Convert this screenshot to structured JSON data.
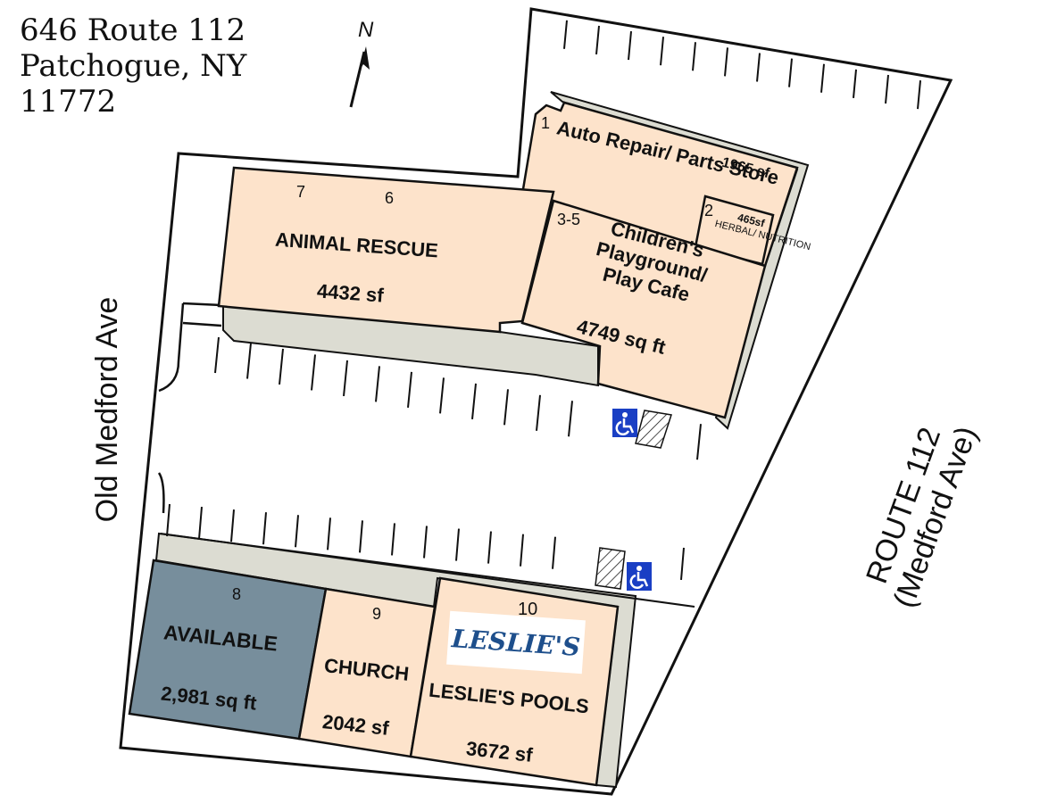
{
  "address": {
    "line1": "646 Route 112",
    "line2": "Patchogue, NY",
    "line3": "11772"
  },
  "north_label": "N",
  "roads": {
    "west": "Old Medford Ave",
    "east_line1": "ROUTE 112",
    "east_line2": "(Medford Ave)"
  },
  "units": [
    {
      "number": "1",
      "name": "Auto Repair/ Parts Store",
      "size": "1965 sf"
    },
    {
      "number": "2",
      "name": "HERBAL/ NUTRITION",
      "size": "465sf"
    },
    {
      "number": "3-5",
      "name": "Children's Playground/ Play Cafe",
      "size": "4749 sq ft"
    },
    {
      "number": "7",
      "number_b": "6",
      "name": "ANIMAL RESCUE",
      "size": "4432 sf"
    },
    {
      "number": "8",
      "name": "AVAILABLE",
      "size": "2,981 sq ft"
    },
    {
      "number": "9",
      "name": "CHURCH",
      "size": "2042 sf"
    },
    {
      "number": "10",
      "name": "LESLIE'S POOLS",
      "size": "3672 sf",
      "logo": "LESLIE'S"
    }
  ],
  "colors": {
    "tenant": "#fde3cb",
    "available": "#778e9c",
    "walkway": "#dcdcd2",
    "handicap": "#1a3fc4"
  }
}
